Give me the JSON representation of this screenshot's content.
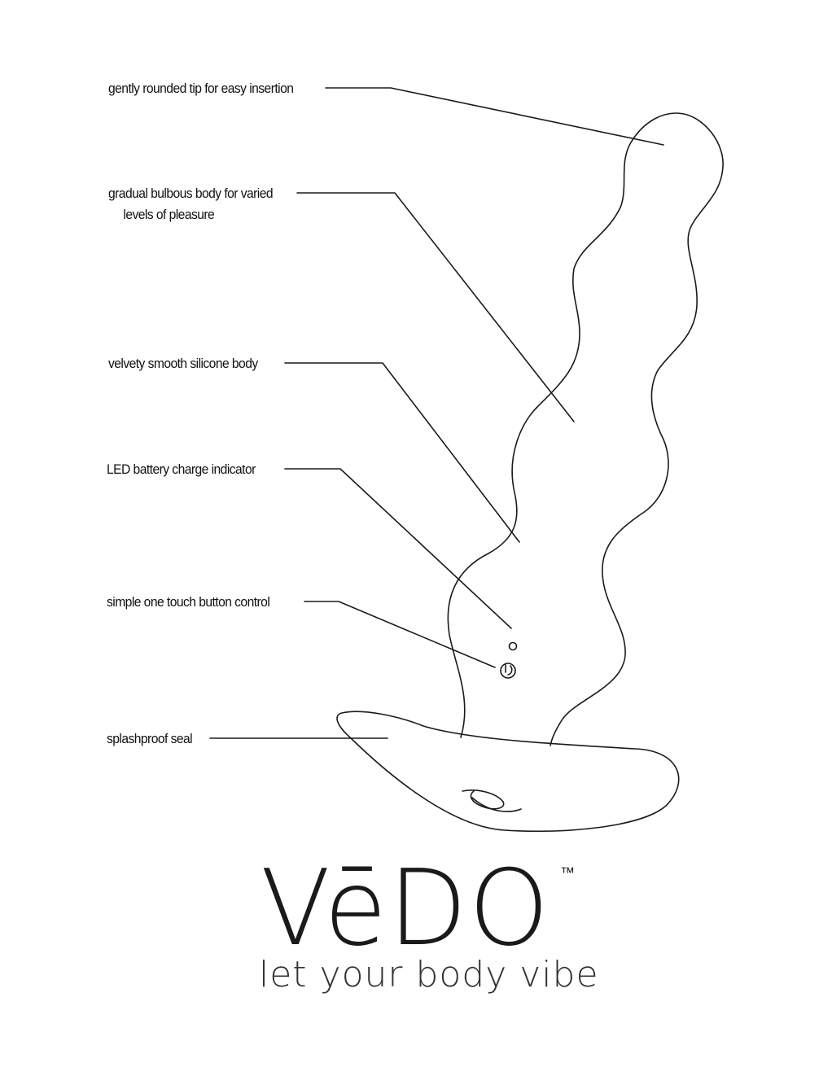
{
  "callouts": [
    {
      "id": "tip",
      "lines": [
        "gently rounded tip for easy insertion"
      ]
    },
    {
      "id": "bulbous",
      "lines": [
        "gradual bulbous body for varied",
        "levels of pleasure"
      ]
    },
    {
      "id": "silicone",
      "lines": [
        "velvety smooth silicone body"
      ]
    },
    {
      "id": "led",
      "lines": [
        "LED battery charge indicator"
      ]
    },
    {
      "id": "button",
      "lines": [
        "simple one touch button control"
      ]
    },
    {
      "id": "seal",
      "lines": [
        "splashproof seal"
      ]
    }
  ],
  "brand": {
    "logo": "VēDO",
    "trademark": "™",
    "tagline": "let your body vibe"
  }
}
